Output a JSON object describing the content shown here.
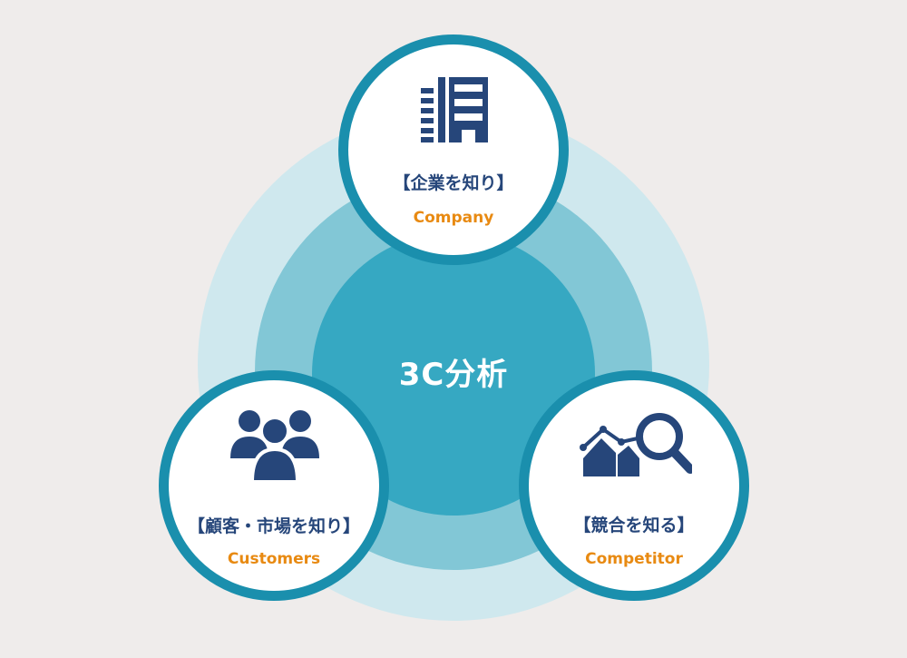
{
  "center": {
    "label": "3C分析"
  },
  "nodes": {
    "company": {
      "title": "【企業を知り】",
      "subtitle": "Company",
      "icon": "building-icon"
    },
    "customers": {
      "title": "【顧客・市場を知り】",
      "subtitle": "Customers",
      "icon": "people-group-icon"
    },
    "competitor": {
      "title": "【競合を知る】",
      "subtitle": "Competitor",
      "icon": "market-search-icon"
    }
  },
  "colors": {
    "background": "#efeceb",
    "ring_outer": "#cfe8ee",
    "ring_middle": "#82c7d6",
    "ring_inner": "#36a8c2",
    "node_border": "#1a8fad",
    "title_text": "#26467a",
    "subtitle_text": "#e88a12",
    "icon": "#26467a"
  }
}
